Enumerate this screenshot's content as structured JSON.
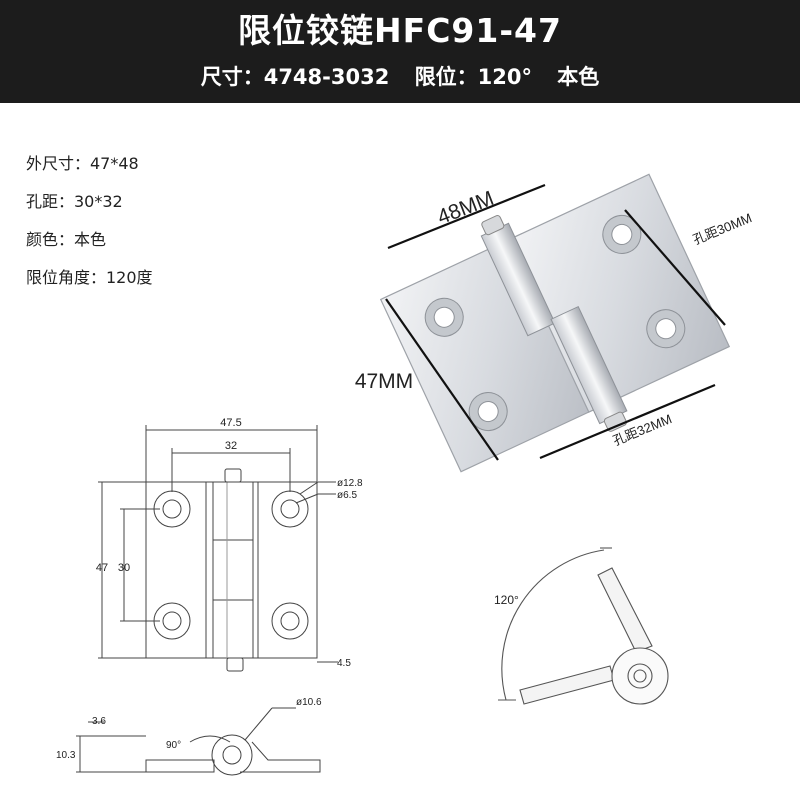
{
  "header": {
    "title": "限位铰链HFC91-47",
    "size_label": "尺寸：4748-3032",
    "limit_label": "限位：120°",
    "color_label": "本色"
  },
  "specs": [
    "外尺寸：47*48",
    "孔距：30*32",
    "颜色：本色",
    "限位角度：120度"
  ],
  "photo_labels": {
    "width": "48MM",
    "height": "47MM",
    "hole_top": "孔距30MM",
    "hole_bottom": "孔距32MM"
  },
  "drawing_labels": {
    "overall_width": "47.5",
    "hole_spacing_x": "32",
    "outer_diameter": "ø12.8",
    "inner_diameter": "ø6.5",
    "overall_height": "47",
    "hole_spacing_y": "30",
    "margin": "4.5"
  },
  "side_labels": {
    "thickness": "3.6",
    "height": "10.3",
    "angle": "90°",
    "knuckle_diameter": "ø10.6"
  },
  "angle_label": "120°",
  "colors": {
    "header_bg": "#1c1c1c",
    "header_text": "#ffffff",
    "metal": "#dcdee2"
  }
}
